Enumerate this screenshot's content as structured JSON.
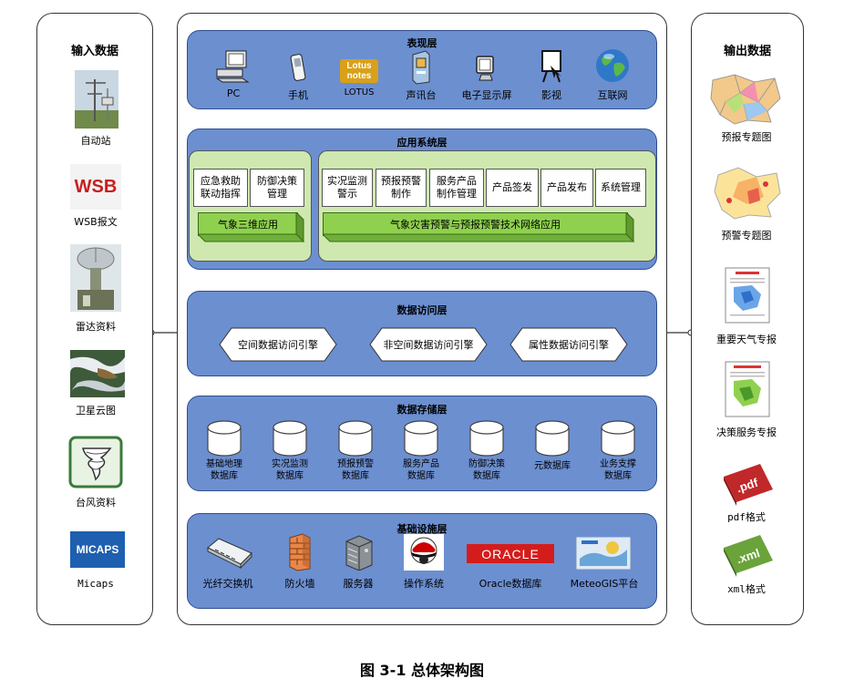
{
  "left_panel": {
    "title": "输入数据",
    "items": [
      {
        "label": "自动站",
        "icon": "weather-station-icon"
      },
      {
        "label": "WSB报文",
        "icon": "wsb-logo",
        "logo_text": "WSB"
      },
      {
        "label": "雷达资料",
        "icon": "radar-icon"
      },
      {
        "label": "卫星云图",
        "icon": "satellite-image-icon"
      },
      {
        "label": "台风资料",
        "icon": "typhoon-icon"
      },
      {
        "label": "Micaps",
        "icon": "micaps-logo",
        "logo_text": "MICAPS"
      }
    ]
  },
  "right_panel": {
    "title": "输出数据",
    "items": [
      {
        "label": "预报专题图",
        "icon": "forecast-map-icon"
      },
      {
        "label": "预警专题图",
        "icon": "warning-map-icon"
      },
      {
        "label": "重要天气专报",
        "icon": "weather-report-icon"
      },
      {
        "label": "决策服务专报",
        "icon": "decision-report-icon"
      },
      {
        "label": "pdf格式",
        "icon": "pdf-file-icon",
        "logo_text": ".pdf"
      },
      {
        "label": "xml格式",
        "icon": "xml-file-icon",
        "logo_text": ".xml"
      }
    ]
  },
  "presentation_layer": {
    "title": "表现层",
    "items": [
      {
        "label": "PC",
        "icon": "pc-icon"
      },
      {
        "label": "手机",
        "icon": "phone-icon"
      },
      {
        "label": "LOTUS",
        "icon": "lotus-icon",
        "logo_text": [
          "Lotus",
          "notes"
        ]
      },
      {
        "label": "声讯台",
        "icon": "voice-service-icon"
      },
      {
        "label": "电子显示屏",
        "icon": "display-screen-icon"
      },
      {
        "label": "影视",
        "icon": "video-board-icon"
      },
      {
        "label": "互联网",
        "icon": "globe-icon"
      }
    ]
  },
  "application_layer": {
    "title": "应用系统层",
    "left_boxes": [
      [
        "应急救助",
        "联动指挥"
      ],
      [
        "防御决策",
        "管理"
      ]
    ],
    "left_bar": "气象三维应用",
    "right_boxes": [
      [
        "实况监测",
        "警示"
      ],
      [
        "预报预警",
        "制作"
      ],
      [
        "服务产品",
        "制作管理"
      ],
      [
        "产品签发"
      ],
      [
        "产品发布"
      ],
      [
        "系统管理"
      ]
    ],
    "right_bar": "气象灾害预警与预报预警技术网络应用"
  },
  "data_access_layer": {
    "title": "数据访问层",
    "engines": [
      "空间数据访问引擎",
      "非空间数据访问引擎",
      "属性数据访问引擎"
    ]
  },
  "data_storage_layer": {
    "title": "数据存储层",
    "databases": [
      [
        "基础地理",
        "数据库"
      ],
      [
        "实况监测",
        "数据库"
      ],
      [
        "预报预警",
        "数据库"
      ],
      [
        "服务产品",
        "数据库"
      ],
      [
        "防御决策",
        "数据库"
      ],
      [
        "元数据库"
      ],
      [
        "业务支撑",
        "数据库"
      ]
    ]
  },
  "infrastructure_layer": {
    "title": "基础设施层",
    "items": [
      {
        "label": "光纤交换机",
        "icon": "switch-icon"
      },
      {
        "label": "防火墙",
        "icon": "firewall-icon"
      },
      {
        "label": "服务器",
        "icon": "server-icon"
      },
      {
        "label": "操作系统",
        "icon": "redhat-icon"
      },
      {
        "label": "Oracle数据库",
        "icon": "oracle-logo",
        "logo_text": "ORACLE"
      },
      {
        "label": "MeteoGIS平台",
        "icon": "meteogis-icon"
      }
    ]
  },
  "caption": "图 3-1 总体架构图",
  "colors": {
    "layer_blue": "#6c8fd0",
    "app_green": "#cfe8b0",
    "bar_green": "#8fd14f"
  }
}
